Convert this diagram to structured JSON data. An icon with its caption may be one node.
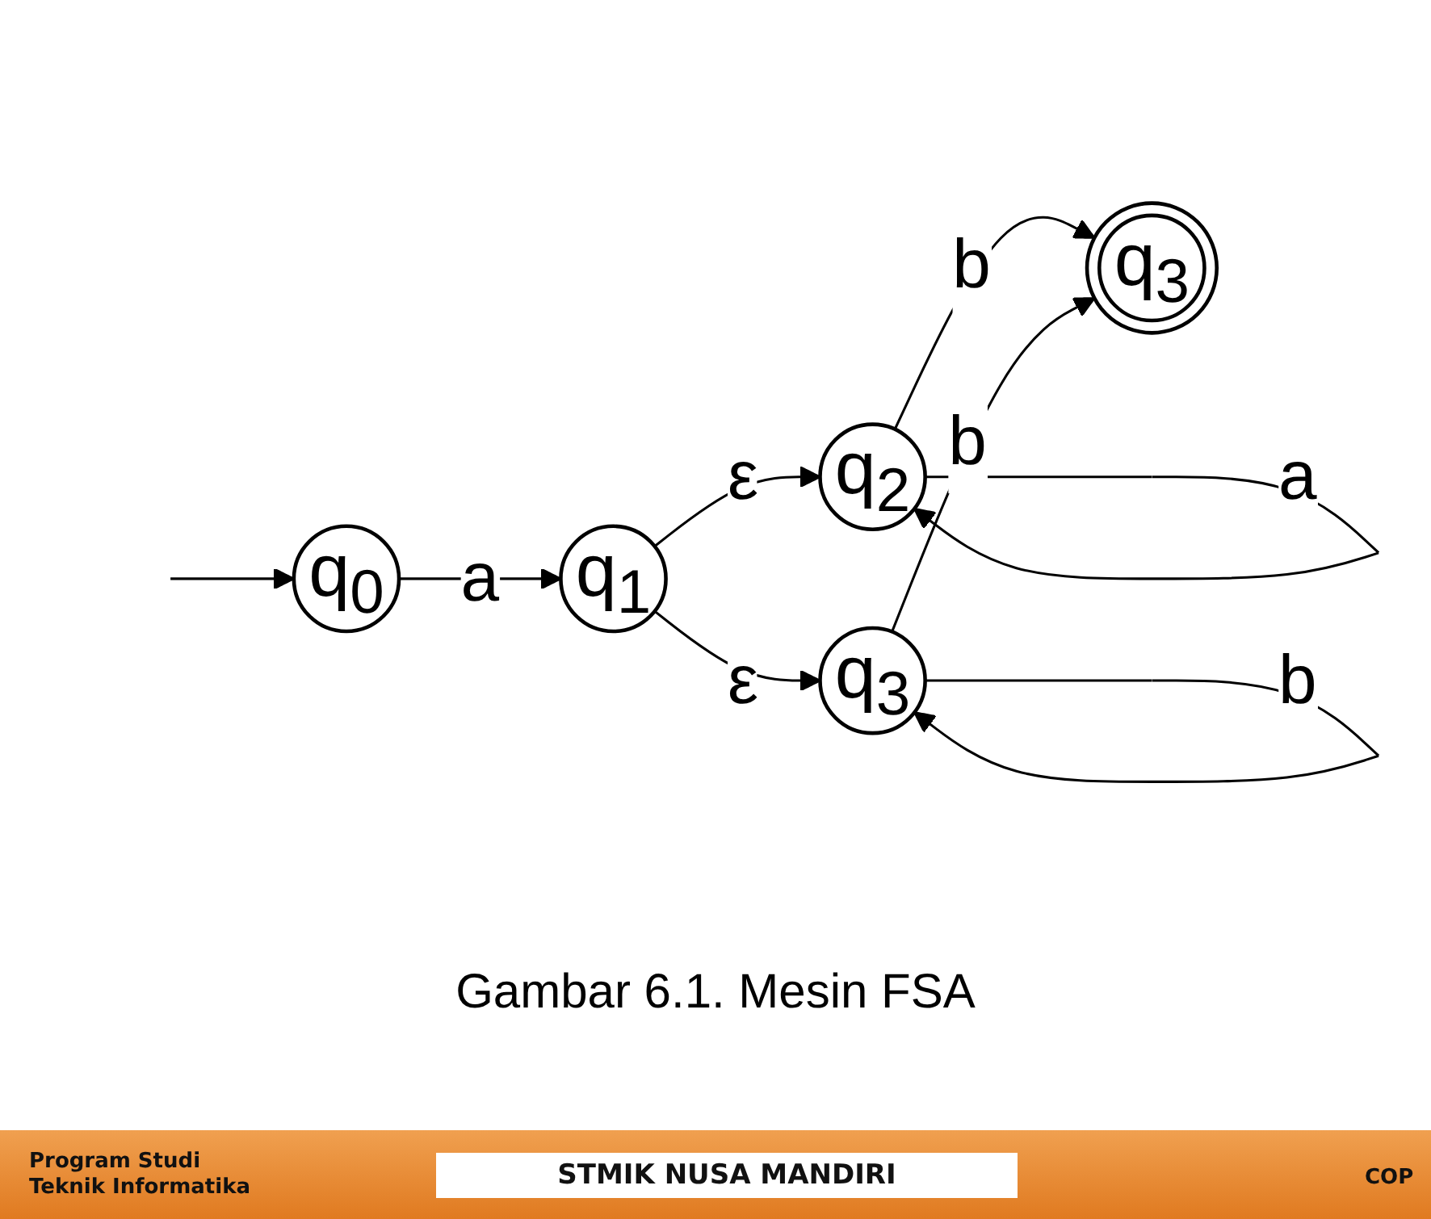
{
  "diagram": {
    "caption": "Gambar 6.1. Mesin FSA",
    "nodes": [
      {
        "text": [
          "q$_{0}$"
        ]
      },
      {
        "text": [
          "q$_{1}$"
        ]
      },
      {
        "text": [
          "q$_{2}$"
        ]
      },
      {
        "text": [
          "q$_{3}$"
        ]
      },
      {
        "text": [
          "q$_{3}$"
        ]
      }
    ],
    "edges": [
      {
        "from": null,
        "to": 0,
        "arrow": "to"
      },
      {
        "from": 0,
        "to": 1,
        "arrow": "to",
        "label": "a"
      },
      {
        "from": 1,
        "to": 2,
        "arrow": "to",
        "label": "ε"
      },
      {
        "from": 1,
        "to": 4,
        "arrow": "to",
        "label": "ε"
      },
      {
        "from": 2,
        "to": 2,
        "arrow": "to",
        "label": "a"
      },
      {
        "from": 2,
        "to": 3,
        "arrow": "to",
        "label": "b"
      },
      {
        "from": 4,
        "to": 4,
        "arrow": "to",
        "label": "b"
      },
      {
        "from": 4,
        "to": 3,
        "arrow": "to",
        "label": "b"
      }
    ],
    "labels": [
      "Program Studi Teknik Informatika",
      "STMIK NUSA MANDIRI",
      "COP"
    ]
  }
}
